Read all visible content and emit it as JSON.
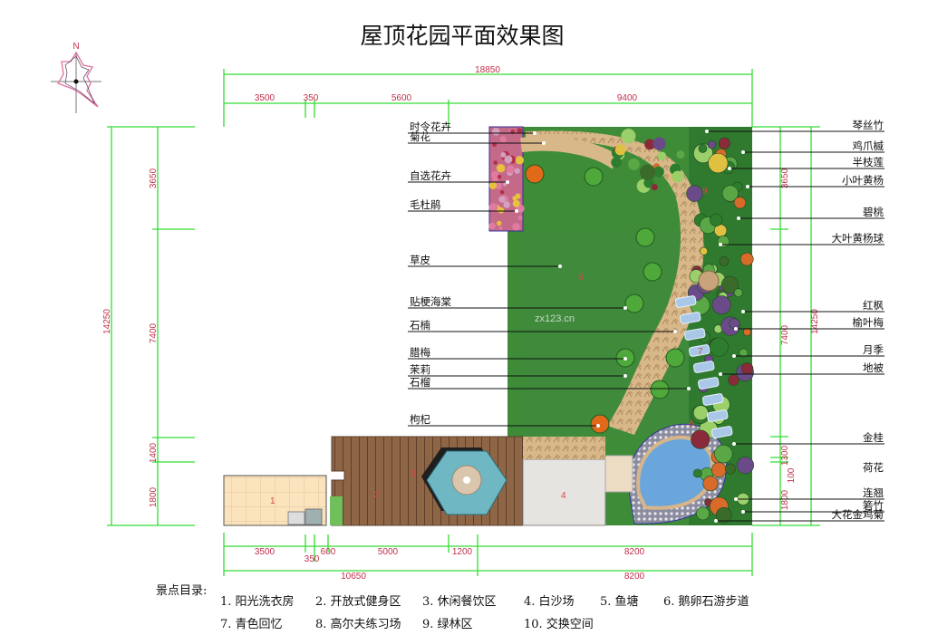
{
  "title": "屋顶花园平面效果图",
  "compass": {
    "north": "N"
  },
  "watermark": "zx123.cn",
  "dimensions": {
    "top_total": "18850",
    "top": [
      "3500",
      "350",
      "5600",
      "9400"
    ],
    "bottom": [
      "3500",
      "350",
      "600",
      "5000",
      "1200",
      "8200"
    ],
    "bottom_total": [
      "10650",
      "8200"
    ],
    "left_total": "14250",
    "left": [
      "3650",
      "7400",
      "1400",
      "1800"
    ],
    "right_total": "14250",
    "right": [
      "3650",
      "7400",
      "1300",
      "100",
      "1800"
    ]
  },
  "labels_left": [
    "时令花卉",
    "菊花",
    "自选花卉",
    "毛杜鹃",
    "草皮",
    "贴梗海棠",
    "石楠",
    "腊梅",
    "茉莉",
    "石榴",
    "枸杞"
  ],
  "labels_right": [
    "琴丝竹",
    "鸡爪槭",
    "半枝莲",
    "小叶黄杨",
    "碧桃",
    "大叶黄杨球",
    "红枫",
    "榆叶梅",
    "月季",
    "地被",
    "金桂",
    "荷花",
    "连翘",
    "箬竹",
    "大花金鸡菊"
  ],
  "zone_numbers": [
    "1",
    "2",
    "3",
    "4",
    "6",
    "7",
    "8",
    "9"
  ],
  "legend": {
    "heading": "景点目录:",
    "items": [
      "1. 阳光洗衣房",
      "2. 开放式健身区",
      "3. 休闲餐饮区",
      "4. 白沙场",
      "5. 鱼塘",
      "6. 鹅卵石游步道",
      "7. 青色回忆",
      "8. 高尔夫练习场",
      "9. 绿林区",
      "10. 交换空间"
    ]
  },
  "colors": {
    "dimension_line": "#33dd33",
    "dimension_text": "#c0304a",
    "lawn": "#3f8f3a",
    "deck": "#8a6244",
    "path": "#d9b98a",
    "pond": "#6aa6dc"
  }
}
